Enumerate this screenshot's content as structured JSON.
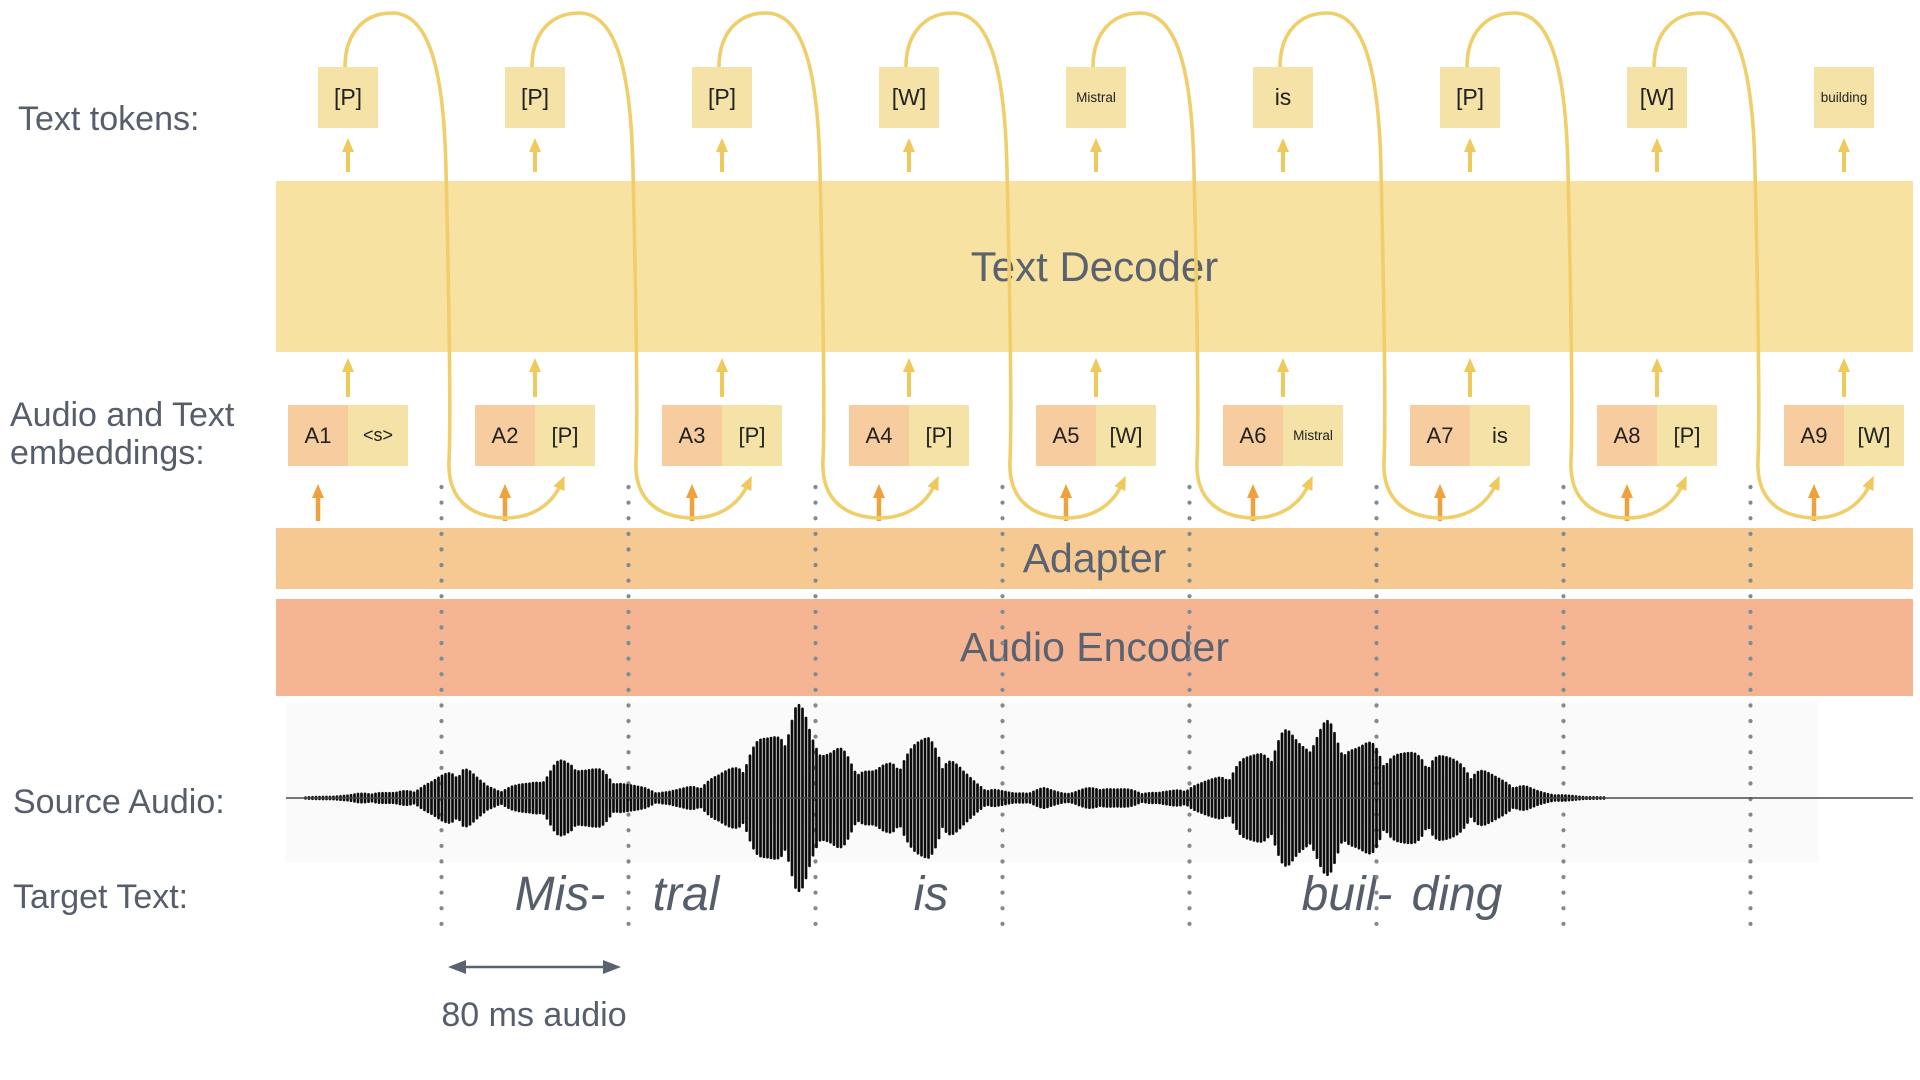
{
  "labels": {
    "text_tokens": "Text tokens:",
    "embeddings_line1": "Audio and Text",
    "embeddings_line2": "embeddings:",
    "source_audio": "Source Audio:",
    "target_text": "Target Text:"
  },
  "bands": {
    "decoder": "Text Decoder",
    "adapter": "Adapter",
    "encoder": "Audio Encoder"
  },
  "columns": [
    {
      "token": "[P]",
      "audio": "A1",
      "text": "<s>"
    },
    {
      "token": "[P]",
      "audio": "A2",
      "text": "[P]"
    },
    {
      "token": "[P]",
      "audio": "A3",
      "text": "[P]"
    },
    {
      "token": "[W]",
      "audio": "A4",
      "text": "[P]"
    },
    {
      "token": "Mistral",
      "audio": "A5",
      "text": "[W]"
    },
    {
      "token": "is",
      "audio": "A6",
      "text": "Mistral"
    },
    {
      "token": "[P]",
      "audio": "A7",
      "text": "is"
    },
    {
      "token": "[W]",
      "audio": "A8",
      "text": "[P]"
    },
    {
      "token": "building",
      "audio": "A9",
      "text": "[W]"
    }
  ],
  "target_words": [
    {
      "text": "Mis-"
    },
    {
      "text": "tral"
    },
    {
      "text": "is"
    },
    {
      "text": "buil-"
    },
    {
      "text": "ding"
    }
  ],
  "scale_label": "80 ms audio",
  "colors": {
    "token_box": "#F5E2A6",
    "audio_box": "#F7CD9F",
    "decoder_band": "#F8E2A2",
    "adapter_band": "#F7C992",
    "encoder_band": "#F5B593",
    "arrow_yellow": "#EFC95C",
    "curve_yellow": "#F0CE6A",
    "arrow_orange": "#F0A03C",
    "dotted_line": "#7E8B95",
    "label_text": "#575E6B",
    "waveform": "#0B0B0B",
    "scale_arrow": "#5A6270"
  }
}
